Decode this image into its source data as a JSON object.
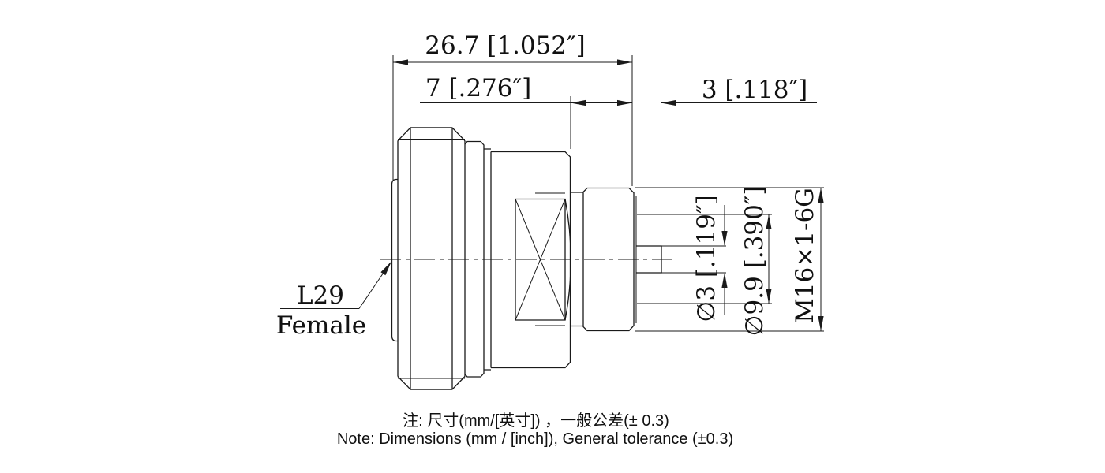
{
  "part": {
    "series_label": "L29",
    "gender_label": "Female"
  },
  "dims": {
    "overall_length": "26.7 [1.052″]",
    "hex_length": "7 [.276″]",
    "pin_length": "3 [.118″]",
    "pin_diameter": "∅3 [.119″]",
    "boss_diameter": "∅9.9 [.390″]",
    "thread_spec": "M16×1-6G"
  },
  "notes": {
    "line1_cn": "注: 尺寸(mm/[英寸]) ，一般公差(± 0.3)",
    "line2_en": "Note: Dimensions (mm / [inch]), General tolerance (±0.3)"
  },
  "colors": {
    "background": "#ffffff",
    "line": "#1a1a1a",
    "text": "#111111"
  }
}
